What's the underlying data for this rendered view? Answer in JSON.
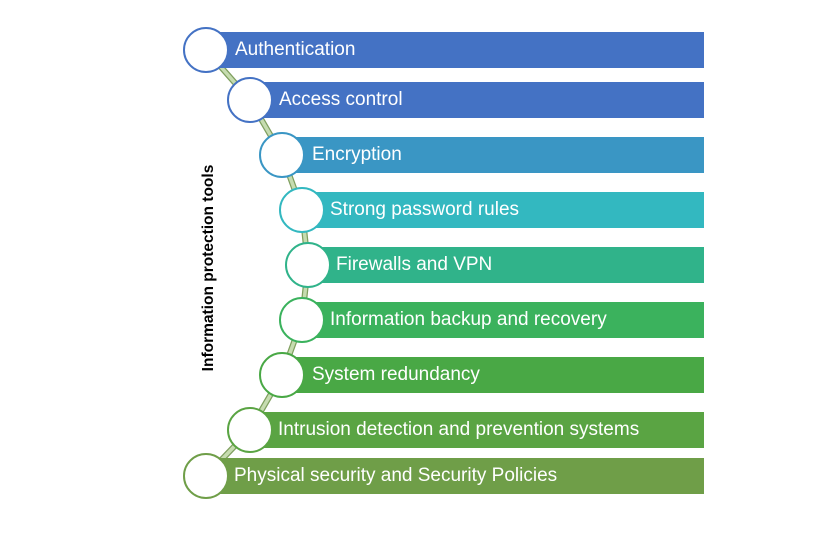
{
  "title": "Information protection tools",
  "colors": {
    "node_fill": "#ffffff",
    "connector": "#c6dcb0",
    "connector_outline": "#7f9f5f",
    "text": "#ffffff"
  },
  "items": [
    {
      "label": "Authentication",
      "color": "#4472c4",
      "node_border": "#4472c4"
    },
    {
      "label": "Access control",
      "color": "#4472c4",
      "node_border": "#4472c4"
    },
    {
      "label": "Encryption",
      "color": "#3a96c4",
      "node_border": "#3a96c4"
    },
    {
      "label": "Strong password rules",
      "color": "#33b8c0",
      "node_border": "#33b8c0"
    },
    {
      "label": "Firewalls and VPN",
      "color": "#30b38a",
      "node_border": "#30b38a"
    },
    {
      "label": "Information backup and recovery",
      "color": "#3bb25d",
      "node_border": "#3bb25d"
    },
    {
      "label": "System redundancy",
      "color": "#49a845",
      "node_border": "#49a845"
    },
    {
      "label": "Intrusion detection and prevention systems",
      "color": "#5aa443",
      "node_border": "#5aa443"
    },
    {
      "label": "Physical security and Security Policies",
      "color": "#6f9e48",
      "node_border": "#6f9e48"
    }
  ]
}
